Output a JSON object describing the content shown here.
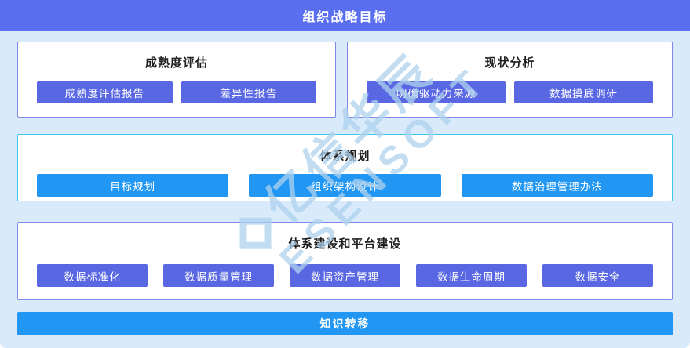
{
  "banner": {
    "title": "组织战略目标"
  },
  "sections": [
    {
      "title": "成熟度评估",
      "border_style": "indigo",
      "buttons": [
        "成熟度评估报告",
        "差异性报告"
      ]
    },
    {
      "title": "现状分析",
      "border_style": "indigo",
      "buttons": [
        "明确驱动力来源",
        "数据摸底调研"
      ]
    },
    {
      "title": "体系规划",
      "border_style": "cyan",
      "buttons": [
        "目标规划",
        "组织架构设计",
        "数据治理管理办法"
      ]
    },
    {
      "title": "体系建设和平台建设",
      "border_style": "indigo",
      "buttons": [
        "数据标准化",
        "数据质量管理",
        "数据资产管理",
        "数据生命周期",
        "数据安全"
      ]
    }
  ],
  "footer": {
    "label": "知识转移"
  },
  "watermark": {
    "cn": "亿信华辰",
    "en": "ESENSOFT"
  },
  "colors": {
    "banner-bg": "#5a6ff0",
    "canvas-bg": "#d9eafb",
    "panel-bg": "#ffffff",
    "panel-border-indigo": "#7d88e9",
    "panel-border-cyan": "#3fc6ea",
    "node-indigo": "#5967e3",
    "node-blue": "#2196f3",
    "node-text": "#ffffff",
    "title-text": "#1f1f1f",
    "watermark": "#aed2ee"
  }
}
